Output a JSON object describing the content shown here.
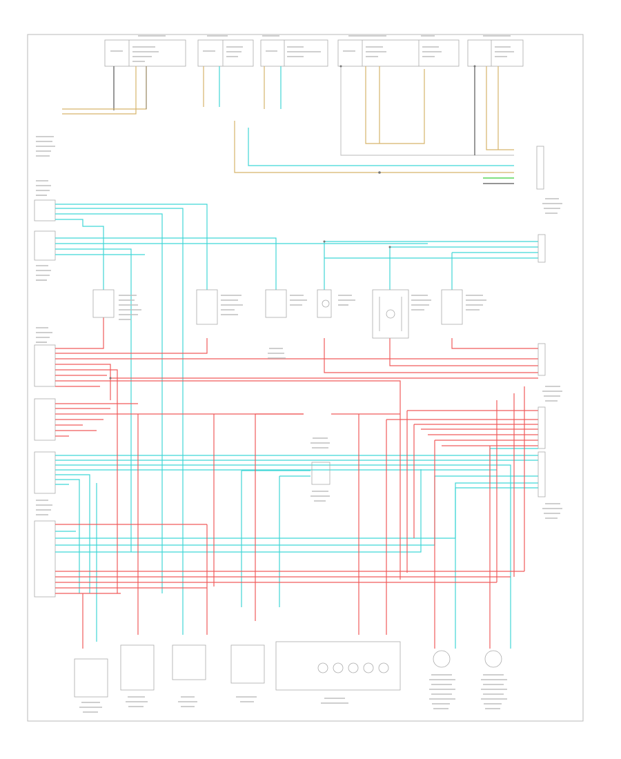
{
  "diagram": {
    "code": "",
    "colors": {
      "frame": "#b8b8b8",
      "red": "#f05a5a",
      "cyan": "#3fd6d6",
      "tan": "#d6b36a",
      "green": "#56d656",
      "black": "#555555",
      "gray": "#c8c8c8"
    },
    "components": [
      {
        "id": "top-1",
        "name": "top-connector-1"
      },
      {
        "id": "top-2",
        "name": "top-connector-2"
      },
      {
        "id": "top-3",
        "name": "top-connector-3"
      },
      {
        "id": "top-4",
        "name": "top-connector-4"
      },
      {
        "id": "top-5",
        "name": "top-connector-5"
      },
      {
        "id": "mid-1",
        "name": "middle-component-1"
      },
      {
        "id": "mid-2",
        "name": "middle-component-2"
      },
      {
        "id": "mid-3",
        "name": "middle-component-3"
      },
      {
        "id": "mid-4",
        "name": "middle-component-4"
      },
      {
        "id": "mid-5",
        "name": "middle-relay-5"
      },
      {
        "id": "mid-6",
        "name": "middle-component-6"
      },
      {
        "id": "center",
        "name": "center-switch"
      },
      {
        "id": "bot-1",
        "name": "bottom-component-1"
      },
      {
        "id": "bot-2",
        "name": "bottom-component-2"
      },
      {
        "id": "bot-3",
        "name": "bottom-component-3"
      },
      {
        "id": "bot-4",
        "name": "bottom-component-4"
      },
      {
        "id": "bot-5",
        "name": "bottom-component-5"
      },
      {
        "id": "bot-6",
        "name": "bottom-motor-6"
      },
      {
        "id": "bot-7",
        "name": "bottom-motor-7"
      }
    ]
  }
}
